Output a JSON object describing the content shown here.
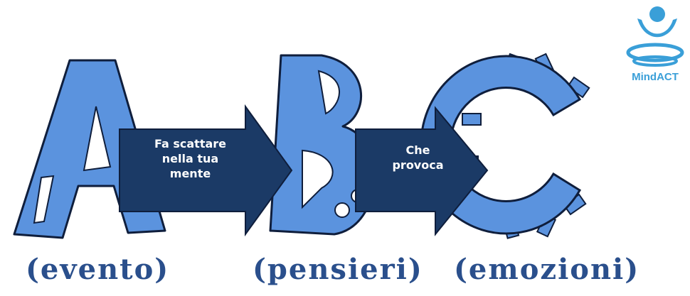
{
  "diagram": {
    "steps": [
      {
        "letter": "A",
        "caption": "(evento)"
      },
      {
        "letter": "B",
        "caption": "(pensieri)"
      },
      {
        "letter": "C",
        "caption": "(emozioni)"
      }
    ],
    "arrows": [
      {
        "label": "Fa scattare\nnella tua\nmente"
      },
      {
        "label": "Che\nprovoca"
      }
    ]
  },
  "logo": {
    "text": "MindACT"
  },
  "colors": {
    "letter_fill": "#5b93de",
    "letter_stroke": "#0f1e3c",
    "arrow_fill": "#1b3a66",
    "caption": "#2a4f8c",
    "logo": "#3a9fd8"
  }
}
